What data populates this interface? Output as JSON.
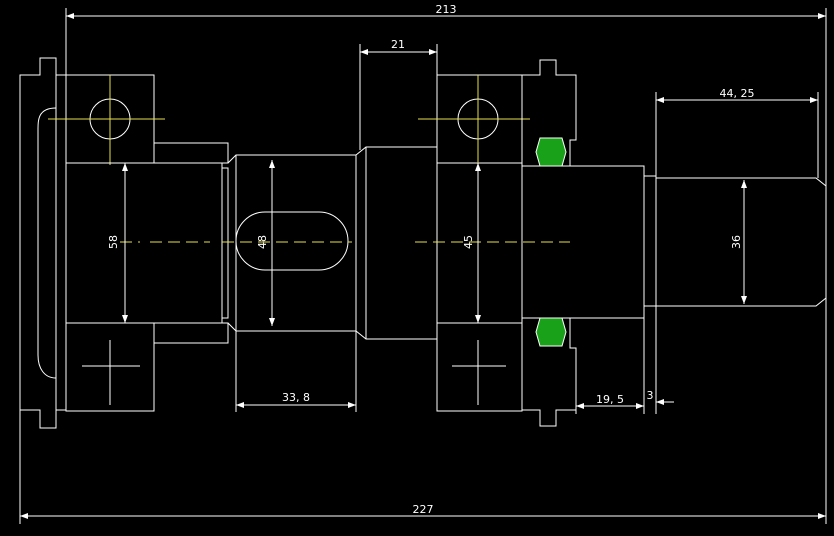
{
  "colors": {
    "background": "#000000",
    "outline": "#ffffff",
    "hatch": "#3fbf3f",
    "centerline": "#e6e04a",
    "seal": "#1aa11a"
  },
  "dimensions": {
    "overall_top": "213",
    "overall_bottom": "227",
    "shoulder_width": "21",
    "tip_length": "44, 25",
    "groove_length": "33, 8",
    "step_length": "19, 5",
    "chamfer": "3",
    "dia_left": "58",
    "dia_middle": "48",
    "dia_bearing": "45",
    "dia_tip": "36"
  }
}
